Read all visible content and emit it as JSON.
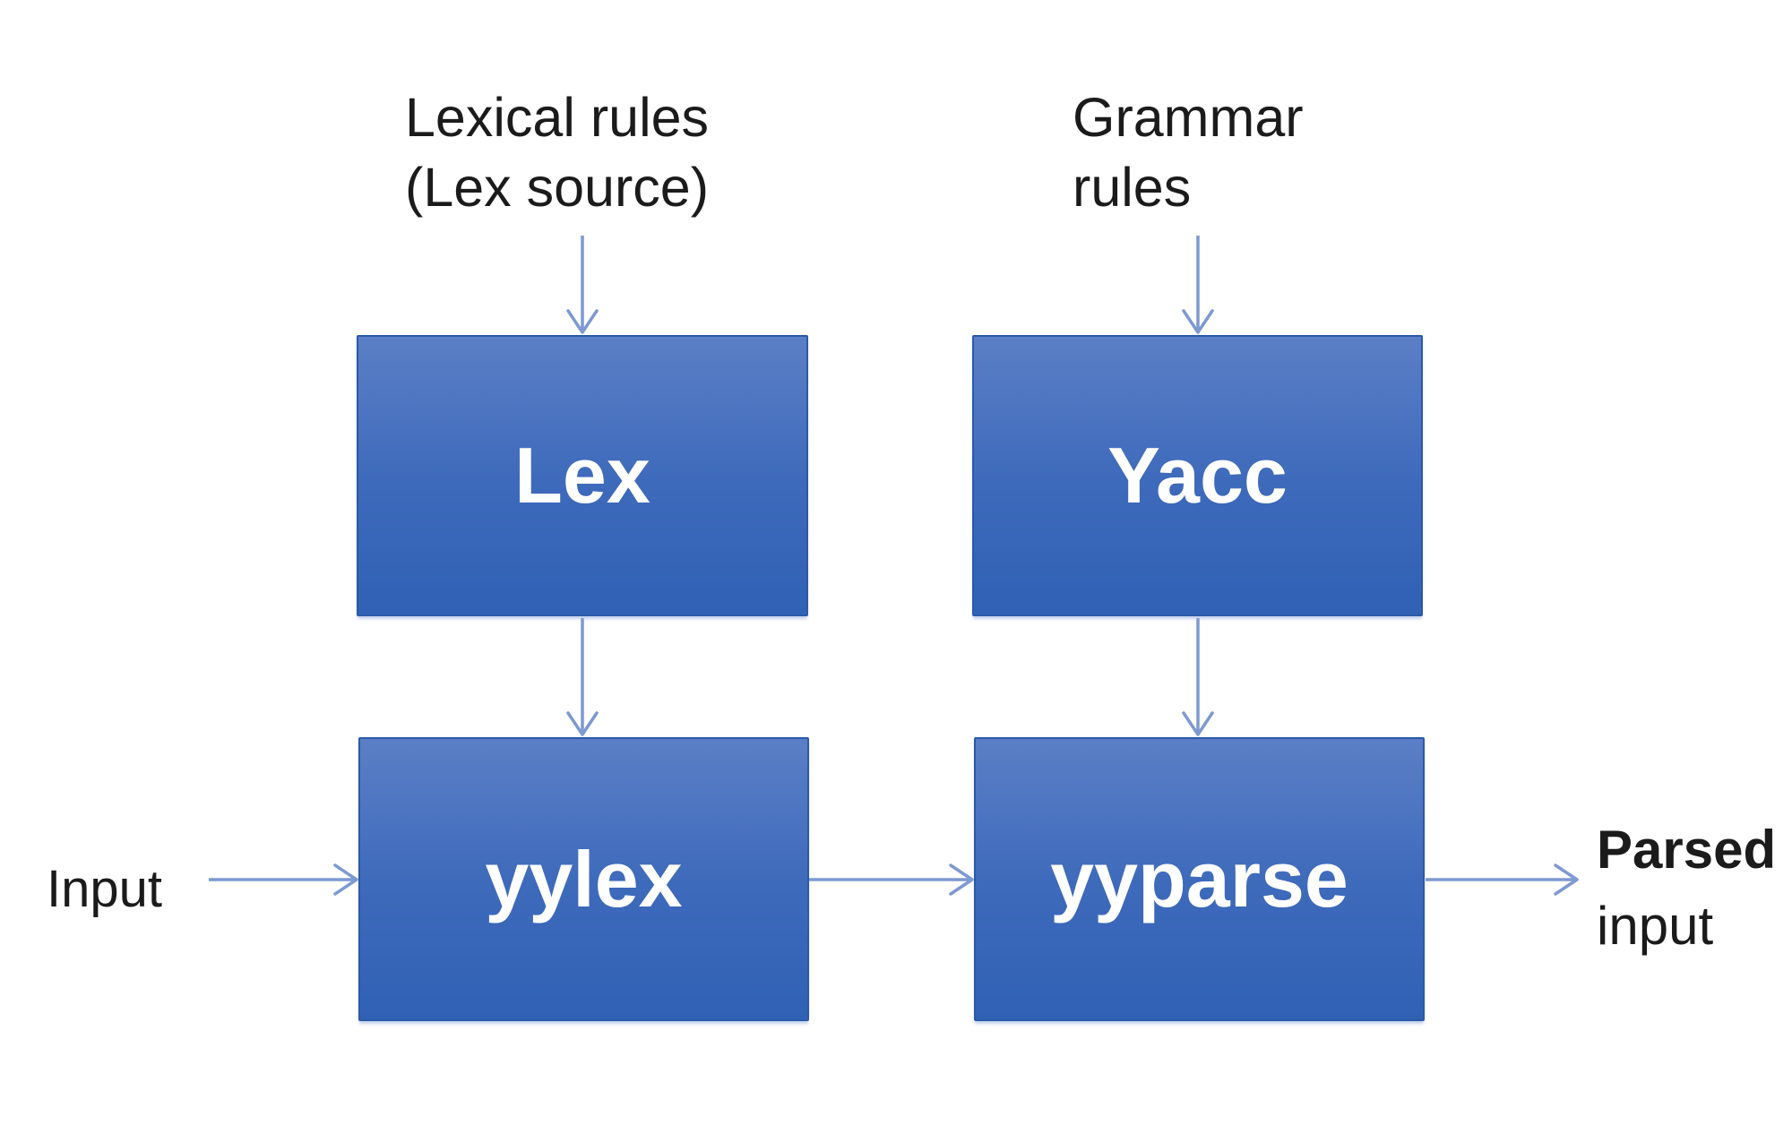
{
  "labels": {
    "lexical_rules_line1": "Lexical rules",
    "lexical_rules_line2": "(Lex source)",
    "grammar_rules_line1": "Grammar",
    "grammar_rules_line2": "rules",
    "input": "Input",
    "parsed_line1": "Parsed",
    "parsed_line2": "input"
  },
  "boxes": {
    "lex": "Lex",
    "yacc": "Yacc",
    "yylex": "yylex",
    "yyparse": "yyparse"
  },
  "colors": {
    "bg": "#ffffff",
    "ink": "#1b1b1b",
    "box_top": "#5b7fc6",
    "box_mid": "#3e6abb",
    "box_bottom": "#3061b4",
    "box_border": "#2c59a9",
    "box_text": "#ffffff",
    "arrow": "#7d99d1"
  }
}
